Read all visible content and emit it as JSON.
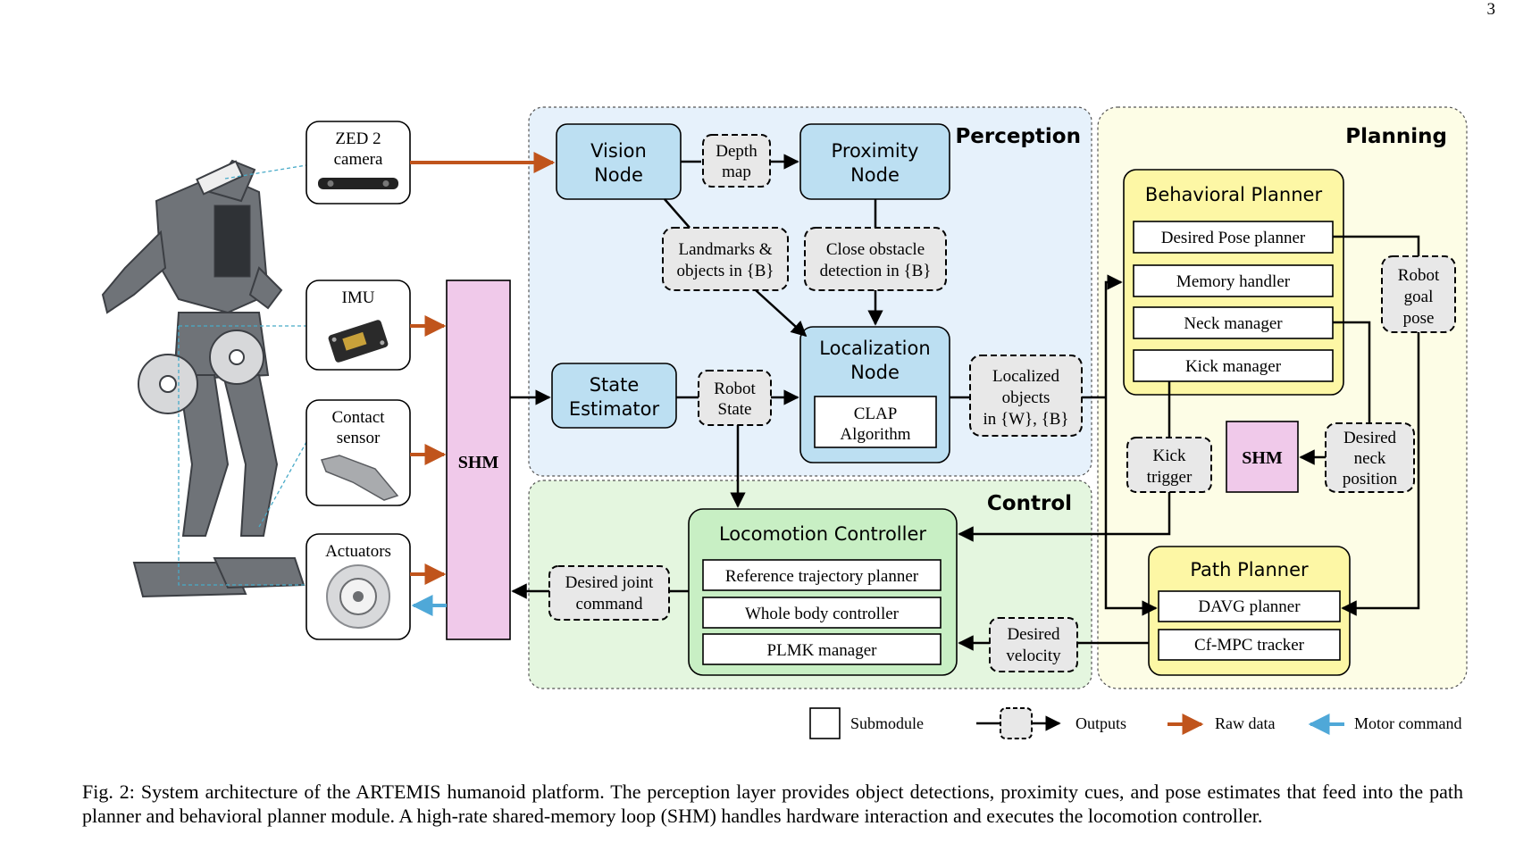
{
  "page_number": "3",
  "regions": {
    "perception": "Perception",
    "planning": "Planning",
    "control": "Control"
  },
  "sensors": {
    "zed_line1": "ZED 2",
    "zed_line2": "camera",
    "imu": "IMU",
    "contact_line1": "Contact",
    "contact_line2": "sensor",
    "actuators": "Actuators"
  },
  "shm_main": "SHM",
  "shm_planning": "SHM",
  "perception_nodes": {
    "vision_line1": "Vision",
    "vision_line2": "Node",
    "depth_line1": "Depth",
    "depth_line2": "map",
    "proximity_line1": "Proximity",
    "proximity_line2": "Node",
    "landmarks_line1": "Landmarks &",
    "landmarks_line2": "objects in {B}",
    "close_line1": "Close obstacle",
    "close_line2": "detection in {B}",
    "localization_line1": "Localization",
    "localization_line2": "Node",
    "clap_line1": "CLAP",
    "clap_line2": "Algorithm",
    "state_line1": "State",
    "state_line2": "Estimator",
    "robot_state_line1": "Robot",
    "robot_state_line2": "State",
    "localized_line1": "Localized",
    "localized_line2": "objects",
    "localized_line3": "in {W}, {B}"
  },
  "planning_nodes": {
    "behavioral_title": "Behavioral Planner",
    "desired_pose": "Desired Pose planner",
    "memory": "Memory handler",
    "neck": "Neck manager",
    "kick": "Kick manager",
    "robot_goal_line1": "Robot",
    "robot_goal_line2": "goal",
    "robot_goal_line3": "pose",
    "kick_trigger_line1": "Kick",
    "kick_trigger_line2": "trigger",
    "neck_pos_line1": "Desired",
    "neck_pos_line2": "neck",
    "neck_pos_line3": "position",
    "path_title": "Path Planner",
    "davg": "DAVG planner",
    "cfmpc": "Cf-MPC tracker"
  },
  "control_nodes": {
    "loco_title": "Locomotion Controller",
    "ref_traj": "Reference trajectory planner",
    "whole_body": "Whole body controller",
    "plmk": "PLMK manager",
    "joint_line1": "Desired joint",
    "joint_line2": "command",
    "velocity_line1": "Desired",
    "velocity_line2": "velocity"
  },
  "legend": {
    "submodule": "Submodule",
    "outputs": "Outputs",
    "raw_data": "Raw data",
    "motor_command": "Motor command"
  },
  "colors": {
    "raw_data": "#c0541c",
    "motor_command": "#4fa8d8",
    "node_fill": "#bcdff2",
    "shm_fill": "#f0c9ea",
    "planner_fill": "#fdf7a5",
    "control_node_fill": "#c8efc4"
  },
  "caption": "Fig. 2: System architecture of the ARTEMIS humanoid platform. The perception layer provides object detections, proximity cues, and pose estimates that feed into the path planner and behavioral planner module. A high-rate shared-memory loop (SHM) handles hardware interaction and executes the locomotion controller."
}
